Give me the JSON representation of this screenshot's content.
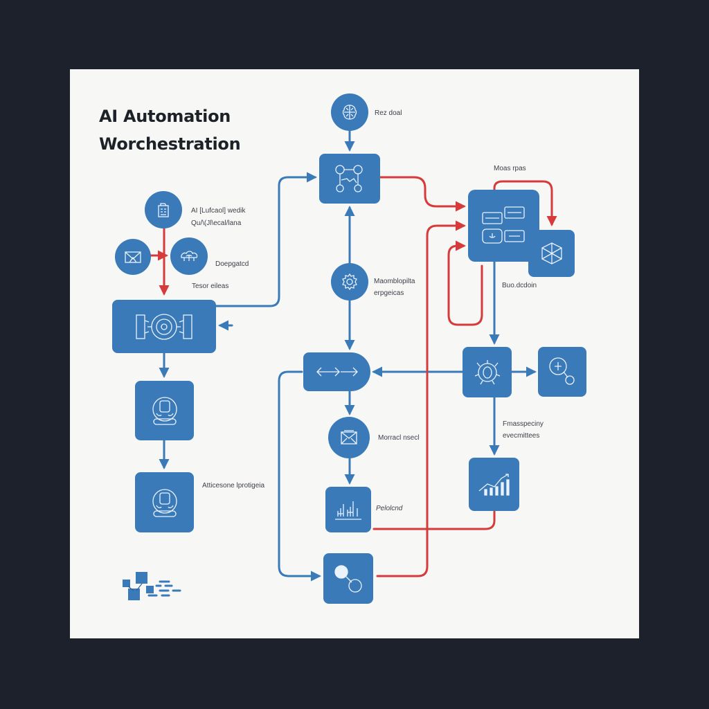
{
  "title": {
    "line1": "AI Automation",
    "line2": "Worchestration"
  },
  "colors": {
    "background": "#1c212b",
    "canvas": "#f7f7f6",
    "node_fill": "#3a7ab8",
    "blue_connector": "#3a7ab8",
    "red_connector": "#d63a3a",
    "text": "#3c4048"
  },
  "nodes": [
    {
      "id": "goal",
      "shape": "circle",
      "icon": "brain-icon",
      "label": "Rez doal"
    },
    {
      "id": "graph",
      "shape": "rounded-square",
      "icon": "network-graph-icon",
      "label": ""
    },
    {
      "id": "clipboard",
      "shape": "circle",
      "icon": "clipboard-icon",
      "label": "AI [Lufcaol] wedik\nQu/\\(Jl\\ecal/lana"
    },
    {
      "id": "email",
      "shape": "circle",
      "icon": "mail-icon",
      "label": ""
    },
    {
      "id": "cloud",
      "shape": "circle",
      "icon": "cloud-network-icon",
      "label": "Doepgatcd"
    },
    {
      "id": "engine",
      "shape": "rounded-rect",
      "icon": "engine-icon",
      "label": ""
    },
    {
      "id": "gear",
      "shape": "circle",
      "icon": "gear-icon",
      "label": "Maomblopilta\nerpgeicas"
    },
    {
      "id": "dashboard",
      "shape": "rounded-square",
      "icon": "dashboard-icon",
      "label": "Moas rpas"
    },
    {
      "id": "cube",
      "shape": "rounded-square",
      "icon": "cube-icon",
      "label": ""
    },
    {
      "id": "router",
      "shape": "pill",
      "icon": "bidirectional-arrow-icon",
      "label": ""
    },
    {
      "id": "virus",
      "shape": "rounded-square",
      "icon": "cell-icon",
      "label": ""
    },
    {
      "id": "search",
      "shape": "rounded-square",
      "icon": "magnifier-icon",
      "label": ""
    },
    {
      "id": "agent1",
      "shape": "rounded-square",
      "icon": "person-icon",
      "label": ""
    },
    {
      "id": "agent2",
      "shape": "rounded-square",
      "icon": "person-icon",
      "label": "Atticesone lprotigeia"
    },
    {
      "id": "message",
      "shape": "circle",
      "icon": "envelope-icon",
      "label": "Morracl nsecl"
    },
    {
      "id": "bars",
      "shape": "rounded-square",
      "icon": "bar-chart-icon",
      "label": "Pelolcnd"
    },
    {
      "id": "growth",
      "shape": "rounded-square",
      "icon": "growth-chart-icon",
      "label": "Fmasspeciny\nevecmittees"
    },
    {
      "id": "connect",
      "shape": "rounded-square",
      "icon": "connection-icon",
      "label": ""
    }
  ],
  "labels": {
    "goal": "Rez doal",
    "clipboard_1": "AI [Lufcaol] wedik",
    "clipboard_2": "Qu/\\(Jl\\ecal/lana",
    "cloud": "Doepgatcd",
    "features": "Tesor eileas",
    "gear_1": "Maomblopilta",
    "gear_2": "erpgeicas",
    "dashboard": "Moas rpas",
    "dashboard_out": "Buo.dcdoin",
    "agent2": "Atticesone lprotigeia",
    "message": "Morracl nsecl",
    "bars": "Pelolcnd",
    "growth_1": "Fmasspeciny",
    "growth_2": "evecmittees"
  },
  "edges": [
    {
      "from": "goal",
      "to": "graph",
      "color": "blue"
    },
    {
      "from": "graph",
      "to": "dashboard",
      "color": "red"
    },
    {
      "from": "engine",
      "to": "graph",
      "color": "blue"
    },
    {
      "from": "gear",
      "to": "graph",
      "color": "blue"
    },
    {
      "from": "gear",
      "to": "router",
      "color": "blue"
    },
    {
      "from": "clipboard",
      "to": "engine",
      "color": "red"
    },
    {
      "from": "email",
      "to": "cloud",
      "color": "red"
    },
    {
      "from": "engine",
      "to": "agent1",
      "color": "blue"
    },
    {
      "from": "agent1",
      "to": "agent2",
      "color": "blue"
    },
    {
      "from": "dashboard",
      "to": "cube",
      "color": "red"
    },
    {
      "from": "dashboard",
      "to": "virus",
      "color": "blue"
    },
    {
      "from": "virus",
      "to": "router",
      "color": "blue"
    },
    {
      "from": "virus",
      "to": "search",
      "color": "blue"
    },
    {
      "from": "virus",
      "to": "growth",
      "color": "blue"
    },
    {
      "from": "router",
      "to": "message",
      "color": "blue"
    },
    {
      "from": "message",
      "to": "bars",
      "color": "blue"
    },
    {
      "from": "router",
      "to": "connect",
      "color": "blue"
    },
    {
      "from": "growth",
      "to": "dashboard",
      "color": "red"
    },
    {
      "from": "connect",
      "to": "dashboard",
      "color": "red"
    }
  ]
}
